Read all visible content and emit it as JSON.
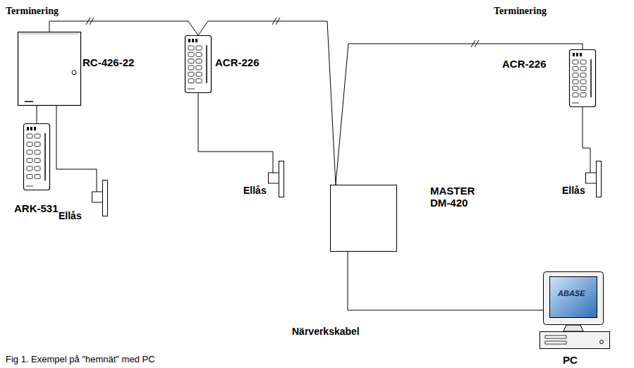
{
  "diagram": {
    "caption": "Fig 1. Exempel på \"hemnät\" med PC",
    "nodes": [
      {
        "text": [
          "RC-426-22"
        ]
      },
      {
        "text": [
          "ACR-226"
        ]
      },
      {
        "text": [
          "ACR-226"
        ]
      },
      {
        "text": [
          "ARK-531"
        ]
      },
      {
        "text": [
          "MASTER DM-420"
        ]
      },
      {
        "text": [
          "Ellås"
        ]
      },
      {
        "text": [
          "Ellås"
        ]
      },
      {
        "text": [
          "Ellås"
        ]
      },
      {
        "text": [
          "PC"
        ]
      }
    ],
    "edges": [
      {
        "from": 0,
        "to": 1,
        "arrow": "none"
      },
      {
        "from": 1,
        "to": 4,
        "arrow": "none"
      },
      {
        "from": 4,
        "to": 2,
        "arrow": "none"
      },
      {
        "from": 0,
        "to": 3,
        "arrow": "none"
      },
      {
        "from": 0,
        "to": 5,
        "arrow": "none"
      },
      {
        "from": 1,
        "to": 6,
        "arrow": "none"
      },
      {
        "from": 2,
        "to": 7,
        "arrow": "none"
      },
      {
        "from": 4,
        "to": 8,
        "label": "Närverkskabel",
        "arrow": "none"
      }
    ],
    "labels": [
      "Terminering",
      "Terminering",
      "ABASE"
    ]
  }
}
